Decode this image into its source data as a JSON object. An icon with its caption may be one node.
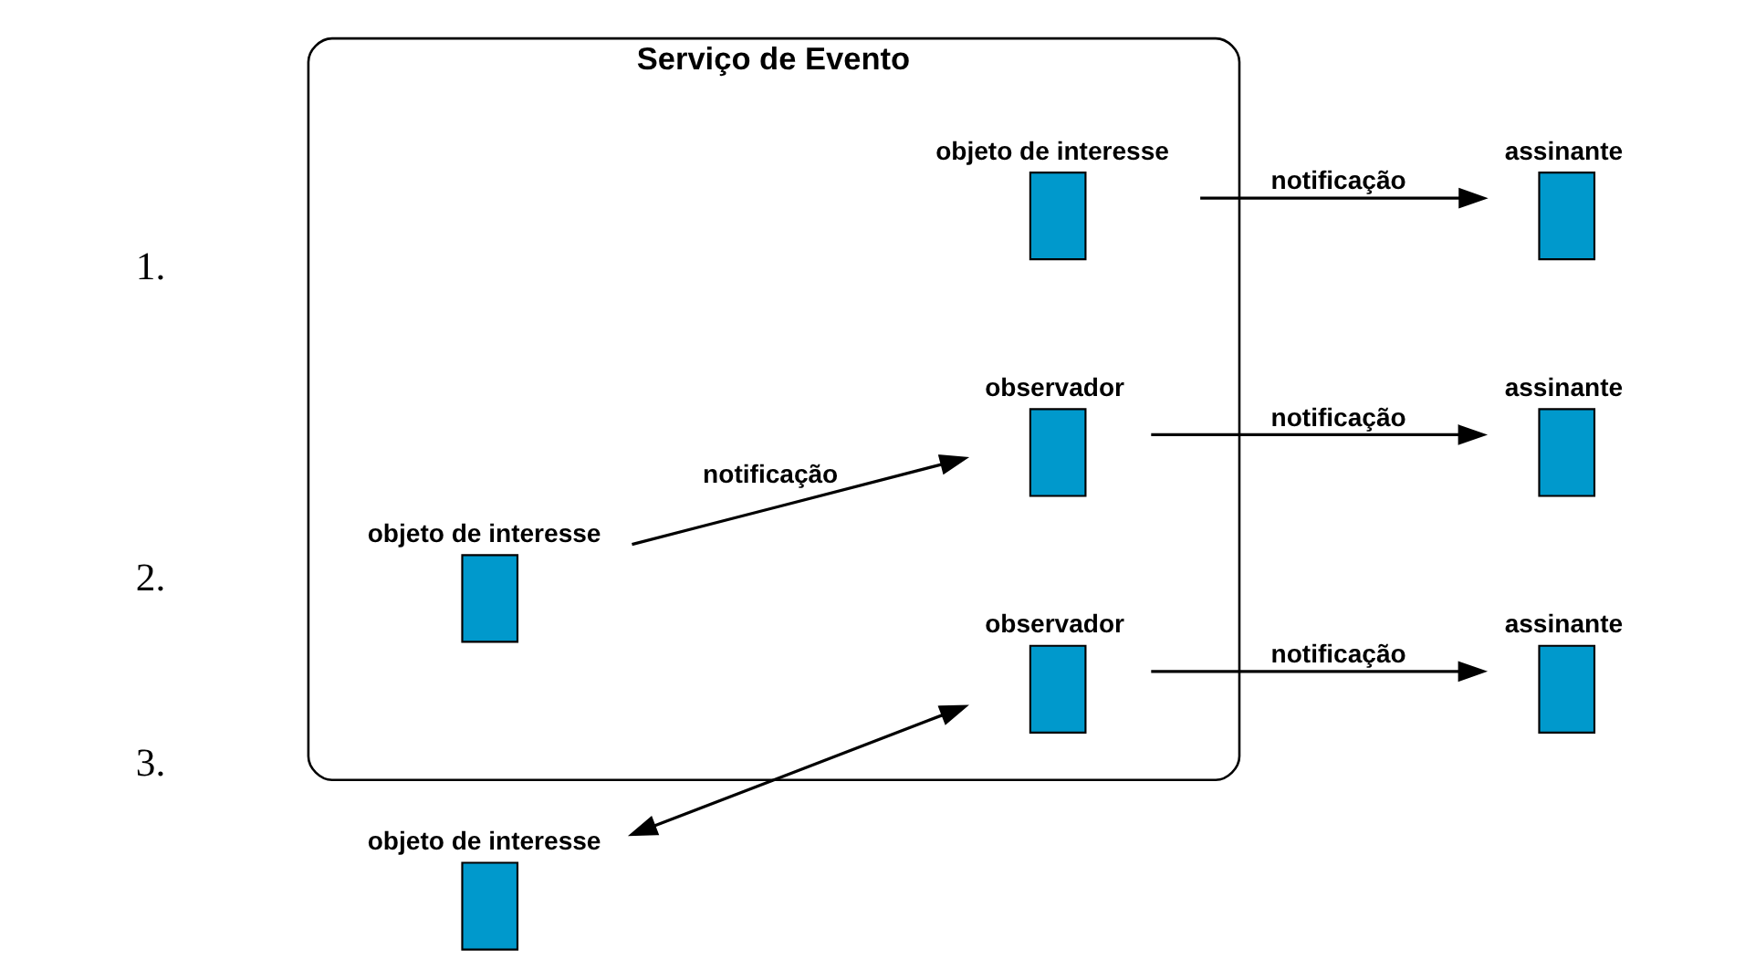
{
  "diagram": {
    "nodes": [
      {
        "text": [
          "Serviço de Evento"
        ]
      },
      {
        "text": [
          "objeto de interesse"
        ],
        "in": 0
      },
      {
        "text": [
          "assinante"
        ]
      },
      {
        "text": [
          "objeto de interesse"
        ],
        "in": 0
      },
      {
        "text": [
          "observador"
        ],
        "in": 0
      },
      {
        "text": [
          "assinante"
        ]
      },
      {
        "text": [
          "objeto de interesse"
        ]
      },
      {
        "text": [
          "observador"
        ],
        "in": 0
      },
      {
        "text": [
          "assinante"
        ]
      }
    ],
    "edges": [
      {
        "from": 1,
        "to": 2,
        "arrow": "to",
        "label": "notificação"
      },
      {
        "from": 3,
        "to": 4,
        "arrow": "to",
        "label": "notificação"
      },
      {
        "from": 4,
        "to": 5,
        "arrow": "to",
        "label": "notificação"
      },
      {
        "from": 6,
        "to": 7,
        "arrow": "both"
      },
      {
        "from": 7,
        "to": 8,
        "arrow": "to",
        "label": "notificação"
      }
    ],
    "labels": [
      "1.",
      "2.",
      "3."
    ]
  }
}
